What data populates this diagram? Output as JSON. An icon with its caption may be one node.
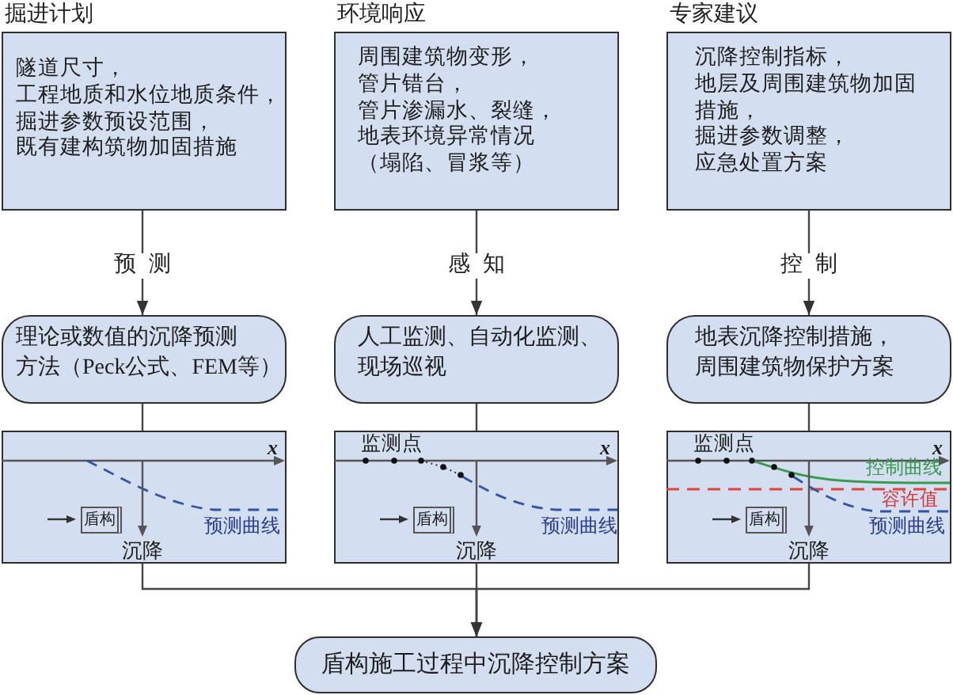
{
  "diagram": {
    "nodes": [
      {
        "text": [
          "掘进计划",
          "隧道尺寸，工程地质和水位地质条件，掘进参数预设范围，既有建构筑物加固措施"
        ]
      },
      {
        "text": [
          "环境响应",
          "周围建筑物变形，管片错台，管片渗漏水、裂缝，地表环境异常情况（塌陷、冒浆等）"
        ]
      },
      {
        "text": [
          "专家建议",
          "沉降控制指标，地层及周围建筑物加固措施，掘进参数调整，应急处置方案"
        ]
      },
      {
        "text": [
          "理论或数值的沉降预测方法（Peck公式、FEM等）"
        ]
      },
      {
        "text": [
          "人工监测、自动化监测、现场巡视"
        ]
      },
      {
        "text": [
          "地表沉降控制措施，周围建筑物保护方案"
        ]
      },
      {
        "text": [
          "x",
          "预测曲线",
          "沉降"
        ]
      },
      {
        "text": [
          "盾构"
        ],
        "in": 6
      },
      {
        "text": [
          "监测点",
          "x",
          "预测曲线",
          "沉降"
        ]
      },
      {
        "text": [
          "盾构"
        ],
        "in": 8
      },
      {
        "text": [
          "监测点",
          "x",
          "控制曲线",
          "容许值",
          "预测曲线",
          "沉降"
        ]
      },
      {
        "text": [
          "盾构"
        ],
        "in": 10
      },
      {
        "text": [
          "盾构施工过程中沉降控制方案"
        ]
      }
    ],
    "edges": [
      {
        "from": 0,
        "to": 3,
        "arrow": "to",
        "label": "预测"
      },
      {
        "from": 1,
        "to": 4,
        "arrow": "to",
        "label": "感知"
      },
      {
        "from": 2,
        "to": 5,
        "arrow": "to",
        "label": "控制"
      },
      {
        "from": 3,
        "to": 6,
        "arrow": "none"
      },
      {
        "from": 4,
        "to": 8,
        "arrow": "none"
      },
      {
        "from": 5,
        "to": 10,
        "arrow": "none"
      },
      {
        "from": 6,
        "to": 12,
        "arrow": "to"
      },
      {
        "from": 8,
        "to": 12,
        "arrow": "to"
      },
      {
        "from": 10,
        "to": 12,
        "arrow": "to"
      }
    ]
  }
}
